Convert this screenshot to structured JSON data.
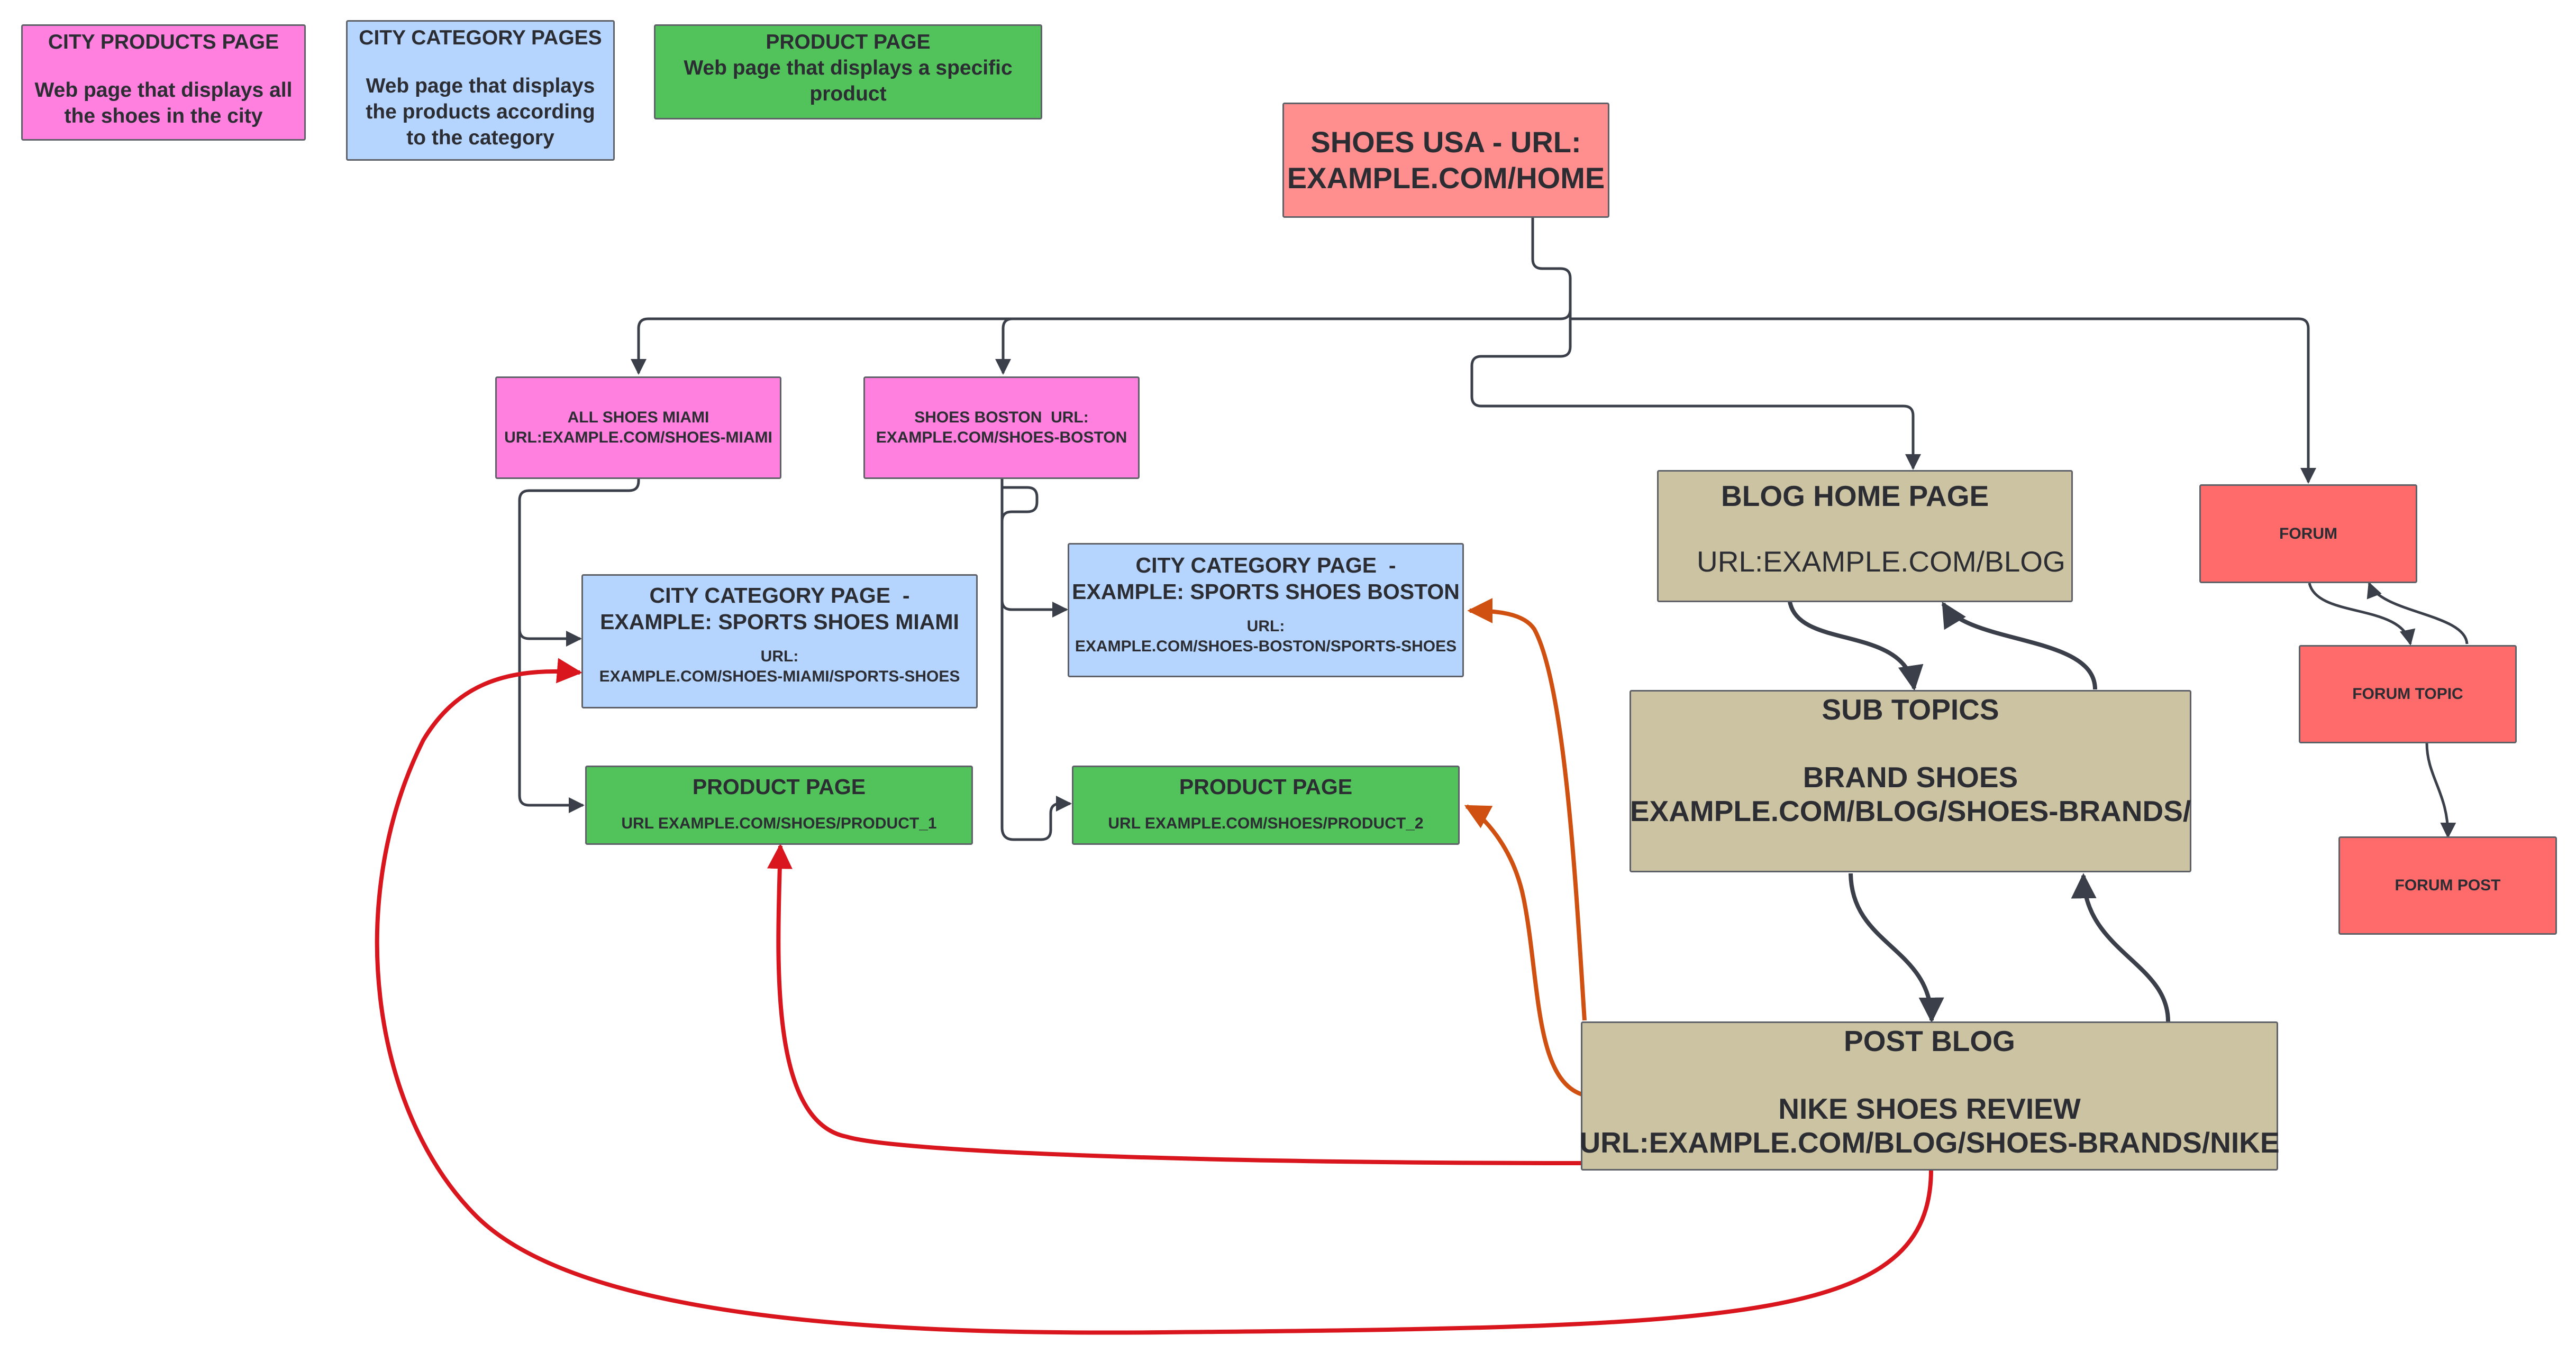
{
  "legend": {
    "city_products": {
      "title": "CITY PRODUCTS PAGE",
      "desc": [
        "Web page that displays all",
        "the shoes in the city"
      ],
      "color": "#ff80df"
    },
    "city_category": {
      "title": "CITY CATEGORY PAGES",
      "desc": [
        "Web page that displays",
        "the products according",
        "to the category"
      ],
      "color": "#b5d5ff"
    },
    "product": {
      "title": "PRODUCT PAGE",
      "desc": [
        "Web page that displays a specific",
        "product"
      ],
      "color": "#51c35a"
    }
  },
  "nodes": {
    "home": {
      "lines": [
        "SHOES USA - URL:",
        "EXAMPLE.COM/HOME"
      ],
      "color": "#ff8f8f"
    },
    "miami_all": {
      "lines": [
        "ALL SHOES MIAMI",
        "URL:EXAMPLE.COM/SHOES-MIAMI"
      ]
    },
    "boston_all": {
      "lines": [
        "SHOES BOSTON  URL:",
        "EXAMPLE.COM/SHOES-BOSTON"
      ]
    },
    "miami_category": {
      "lines": [
        "CITY CATEGORY PAGE  -",
        "EXAMPLE: SPORTS SHOES MIAMI"
      ],
      "url_lines": [
        "URL:",
        "EXAMPLE.COM/SHOES-MIAMI/SPORTS-SHOES"
      ]
    },
    "boston_category": {
      "lines": [
        "CITY CATEGORY PAGE  -",
        "EXAMPLE: SPORTS SHOES BOSTON"
      ],
      "url_lines": [
        "URL:",
        "EXAMPLE.COM/SHOES-BOSTON/SPORTS-SHOES"
      ]
    },
    "product_1": {
      "title": "PRODUCT PAGE",
      "url": "URL EXAMPLE.COM/SHOES/PRODUCT_1"
    },
    "product_2": {
      "title": "PRODUCT PAGE",
      "url": "URL EXAMPLE.COM/SHOES/PRODUCT_2"
    },
    "blog_home": {
      "title": "BLOG HOME PAGE",
      "url": "URL:EXAMPLE.COM/BLOG",
      "color": "#cbc3a2"
    },
    "sub_topics": {
      "title": "SUB TOPICS",
      "lines": [
        "BRAND SHOES",
        "EXAMPLE.COM/BLOG/SHOES-BRANDS/"
      ]
    },
    "post_blog": {
      "title": "POST BLOG",
      "lines": [
        "NIKE SHOES REVIEW",
        "URL:EXAMPLE.COM/BLOG/SHOES-BRANDS/NIKE"
      ]
    },
    "forum": {
      "label": "FORUM",
      "color": "#ff6a6a"
    },
    "forum_topic": {
      "label": "FORUM TOPIC"
    },
    "forum_post": {
      "label": "FORUM POST"
    }
  },
  "connector_colors": {
    "tree": "#3a3f4a",
    "link_red": "#d9161e",
    "link_orange": "#cf5010"
  }
}
